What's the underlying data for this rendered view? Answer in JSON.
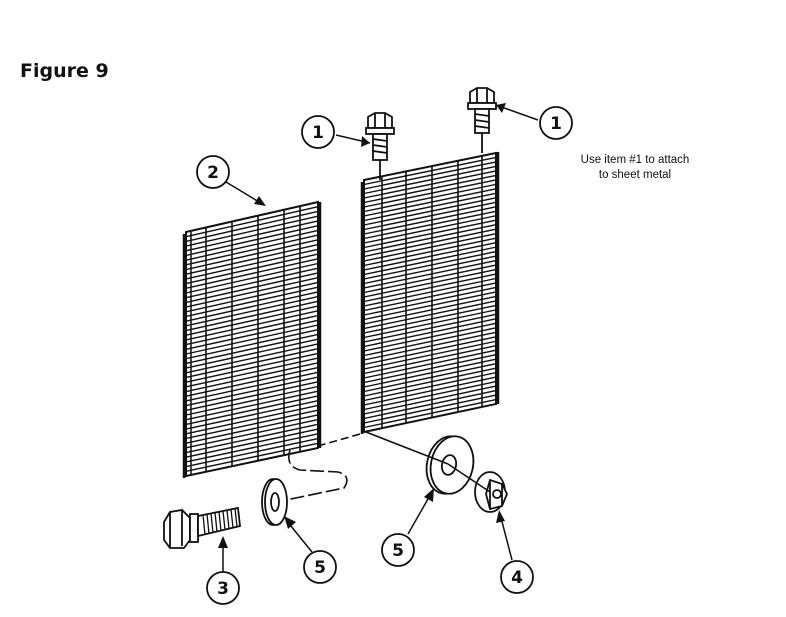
{
  "figure": {
    "title": "Figure 9"
  },
  "note": {
    "line1": "Use item #1 to attach",
    "line2": "to sheet metal"
  },
  "callouts": {
    "screw_left": "1",
    "screw_right": "1",
    "grill_panel": "2",
    "bolt": "3",
    "nut": "4",
    "washer_left": "5",
    "washer_right": "5"
  },
  "colors": {
    "ink": "#111111",
    "background": "#ffffff"
  }
}
